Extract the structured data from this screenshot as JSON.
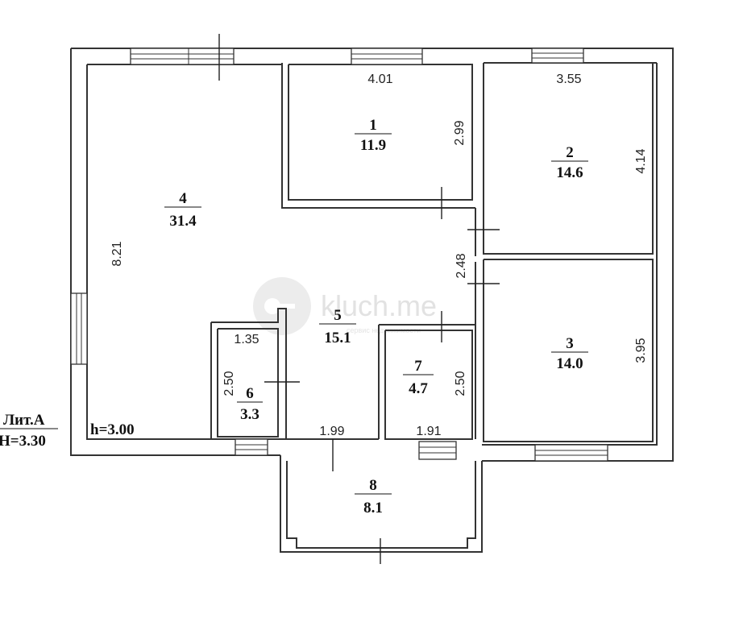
{
  "plan": {
    "building_label": "Лит.А",
    "building_height": "H=3.30",
    "ceiling_height": "h=3.00",
    "watermark": {
      "brand": "kluch.me",
      "tagline": "сервис недвижимости"
    },
    "rooms": [
      {
        "number": "1",
        "area": "11.9",
        "width": "4.01",
        "length": "2.99"
      },
      {
        "number": "2",
        "area": "14.6",
        "width": "3.55",
        "length": "4.14"
      },
      {
        "number": "3",
        "area": "14.0",
        "length": "3.95"
      },
      {
        "number": "4",
        "area": "31.4",
        "length": "8.21"
      },
      {
        "number": "5",
        "area": "15.1",
        "width": "1.99",
        "length": "2.48"
      },
      {
        "number": "6",
        "area": "3.3",
        "width": "1.35",
        "length": "2.50"
      },
      {
        "number": "7",
        "area": "4.7",
        "width": "1.91",
        "length": "2.50"
      },
      {
        "number": "8",
        "area": "8.1"
      }
    ]
  }
}
